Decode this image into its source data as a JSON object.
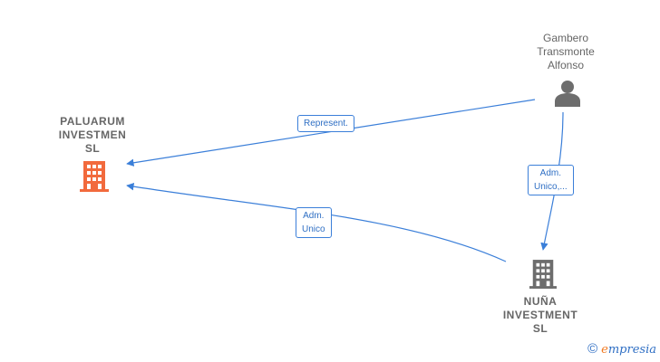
{
  "nodes": {
    "paluarum": {
      "line1": "PALUARUM",
      "line2": "INVESTMEN",
      "line3": "SL",
      "icon": "building-icon",
      "color": "#f26a3d"
    },
    "gambero": {
      "line1": "Gambero",
      "line2": "Transmonte",
      "line3": "Alfonso",
      "icon": "person-icon",
      "color": "#6d6d6d"
    },
    "nuna": {
      "line1": "NUÑA",
      "line2": "INVESTMENT",
      "line3": "SL",
      "icon": "building-icon",
      "color": "#6d6d6d"
    }
  },
  "edges": {
    "represent": {
      "line1": "Represent."
    },
    "adm_unico_1": {
      "line1": "Adm.",
      "line2": "Unico,..."
    },
    "adm_unico_2": {
      "line1": "Adm.",
      "line2": "Unico"
    }
  },
  "brand": {
    "copyright": "©",
    "e": "e",
    "rest": "mpresia"
  },
  "colors": {
    "edge": "#3b7fd9"
  }
}
